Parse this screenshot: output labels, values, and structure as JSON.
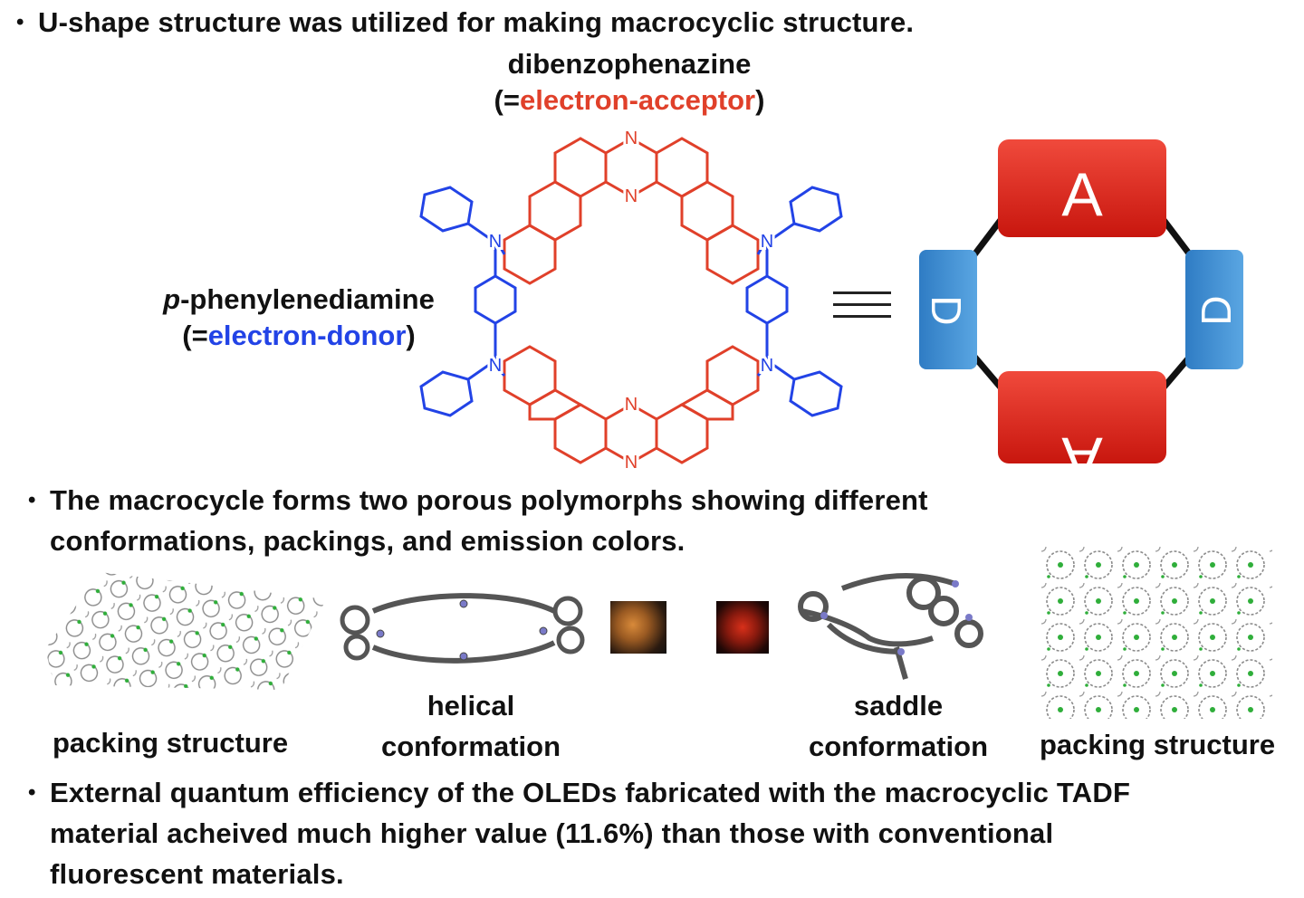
{
  "bullets": {
    "b1": "U-shape structure was utilized for making macrocyclic structure.",
    "b2_line1": "The macrocycle forms two porous polymorphs showing different",
    "b2_line2": "conformations, packings, and emission colors.",
    "b3_line1": "External quantum efficiency of the OLEDs fabricated with the macrocyclic TADF",
    "b3_line2": "material acheived much higher value (11.6%) than those with conventional",
    "b3_line3": "fluorescent materials."
  },
  "acceptor": {
    "name": "dibenzophenazine",
    "open": "(=",
    "role": "electron-acceptor",
    "close": ")"
  },
  "donor": {
    "prefix": "p",
    "name": "-phenylenediamine",
    "open": "(=",
    "role": "electron-donor",
    "close": ")"
  },
  "atoms": {
    "nitrogen": "N"
  },
  "schematic": {
    "acceptor_letter": "A",
    "donor_letter": "D",
    "equals_sign": "≡"
  },
  "captions": {
    "packing_left": "packing structure",
    "helical_1": "helical",
    "helical_2": "conformation",
    "saddle_1": "saddle",
    "saddle_2": "conformation",
    "packing_right": "packing structure"
  },
  "colors": {
    "acceptor": "#e0402a",
    "donor": "#2243e6",
    "box_red": "#e02a1e",
    "box_blue": "#3f8fd2"
  }
}
